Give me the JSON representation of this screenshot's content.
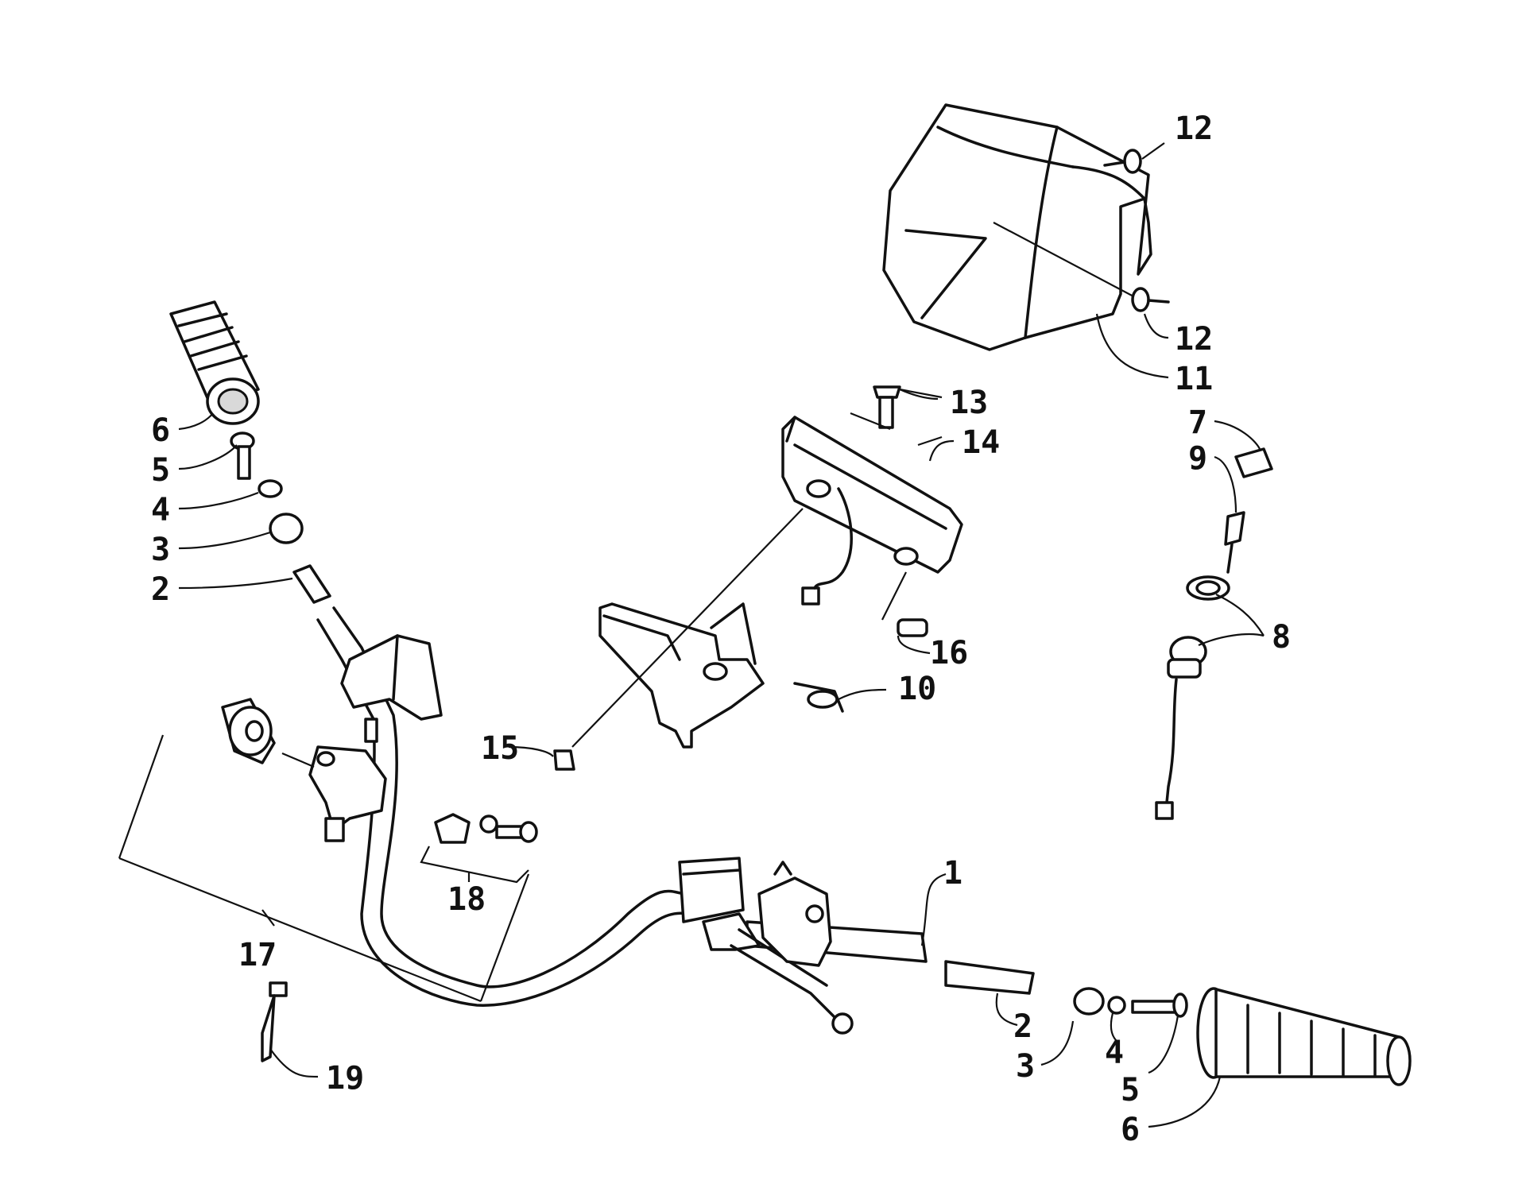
{
  "callouts": {
    "c1": "1",
    "c2a": "2",
    "c2b": "2",
    "c3a": "3",
    "c3b": "3",
    "c4a": "4",
    "c4b": "4",
    "c5a": "5",
    "c5b": "5",
    "c6a": "6",
    "c6b": "6",
    "c7": "7",
    "c8": "8",
    "c9": "9",
    "c10": "10",
    "c11": "11",
    "c12a": "12",
    "c12b": "12",
    "c13": "13",
    "c14": "14",
    "c15": "15",
    "c16": "16",
    "c17": "17",
    "c18": "18",
    "c19": "19"
  }
}
